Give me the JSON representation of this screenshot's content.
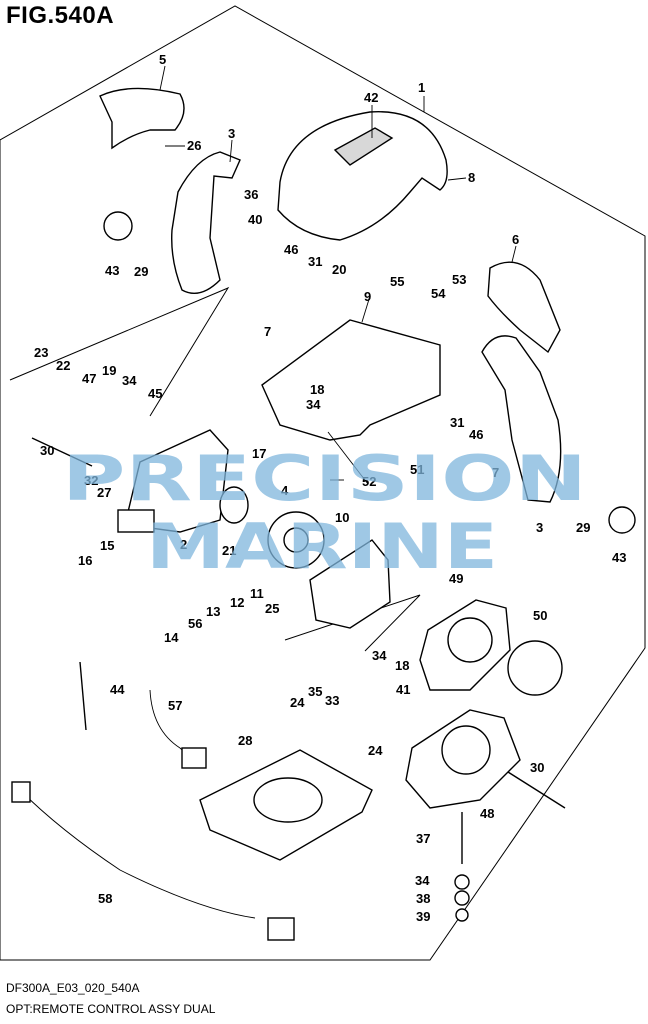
{
  "figure": {
    "title": "FIG.540A",
    "drawing_code": "DF300A_E03_020_540A",
    "caption": "OPT:REMOTE CONTROL ASSY DUAL"
  },
  "watermark": {
    "line1": "PRECISION",
    "line2": "MARINE",
    "color": "#7fb6dc"
  },
  "callouts": [
    "1",
    "2",
    "3",
    "3",
    "4",
    "5",
    "6",
    "7",
    "7",
    "8",
    "9",
    "10",
    "11",
    "12",
    "13",
    "14",
    "15",
    "16",
    "17",
    "18",
    "18",
    "19",
    "20",
    "21",
    "22",
    "23",
    "24",
    "24",
    "25",
    "26",
    "27",
    "28",
    "29",
    "29",
    "30",
    "30",
    "31",
    "31",
    "32",
    "33",
    "34",
    "34",
    "34",
    "34",
    "35",
    "36",
    "37",
    "38",
    "39",
    "40",
    "41",
    "42",
    "43",
    "43",
    "44",
    "45",
    "46",
    "46",
    "47",
    "48",
    "49",
    "50",
    "51",
    "52",
    "53",
    "54",
    "55",
    "56",
    "57",
    "58"
  ]
}
